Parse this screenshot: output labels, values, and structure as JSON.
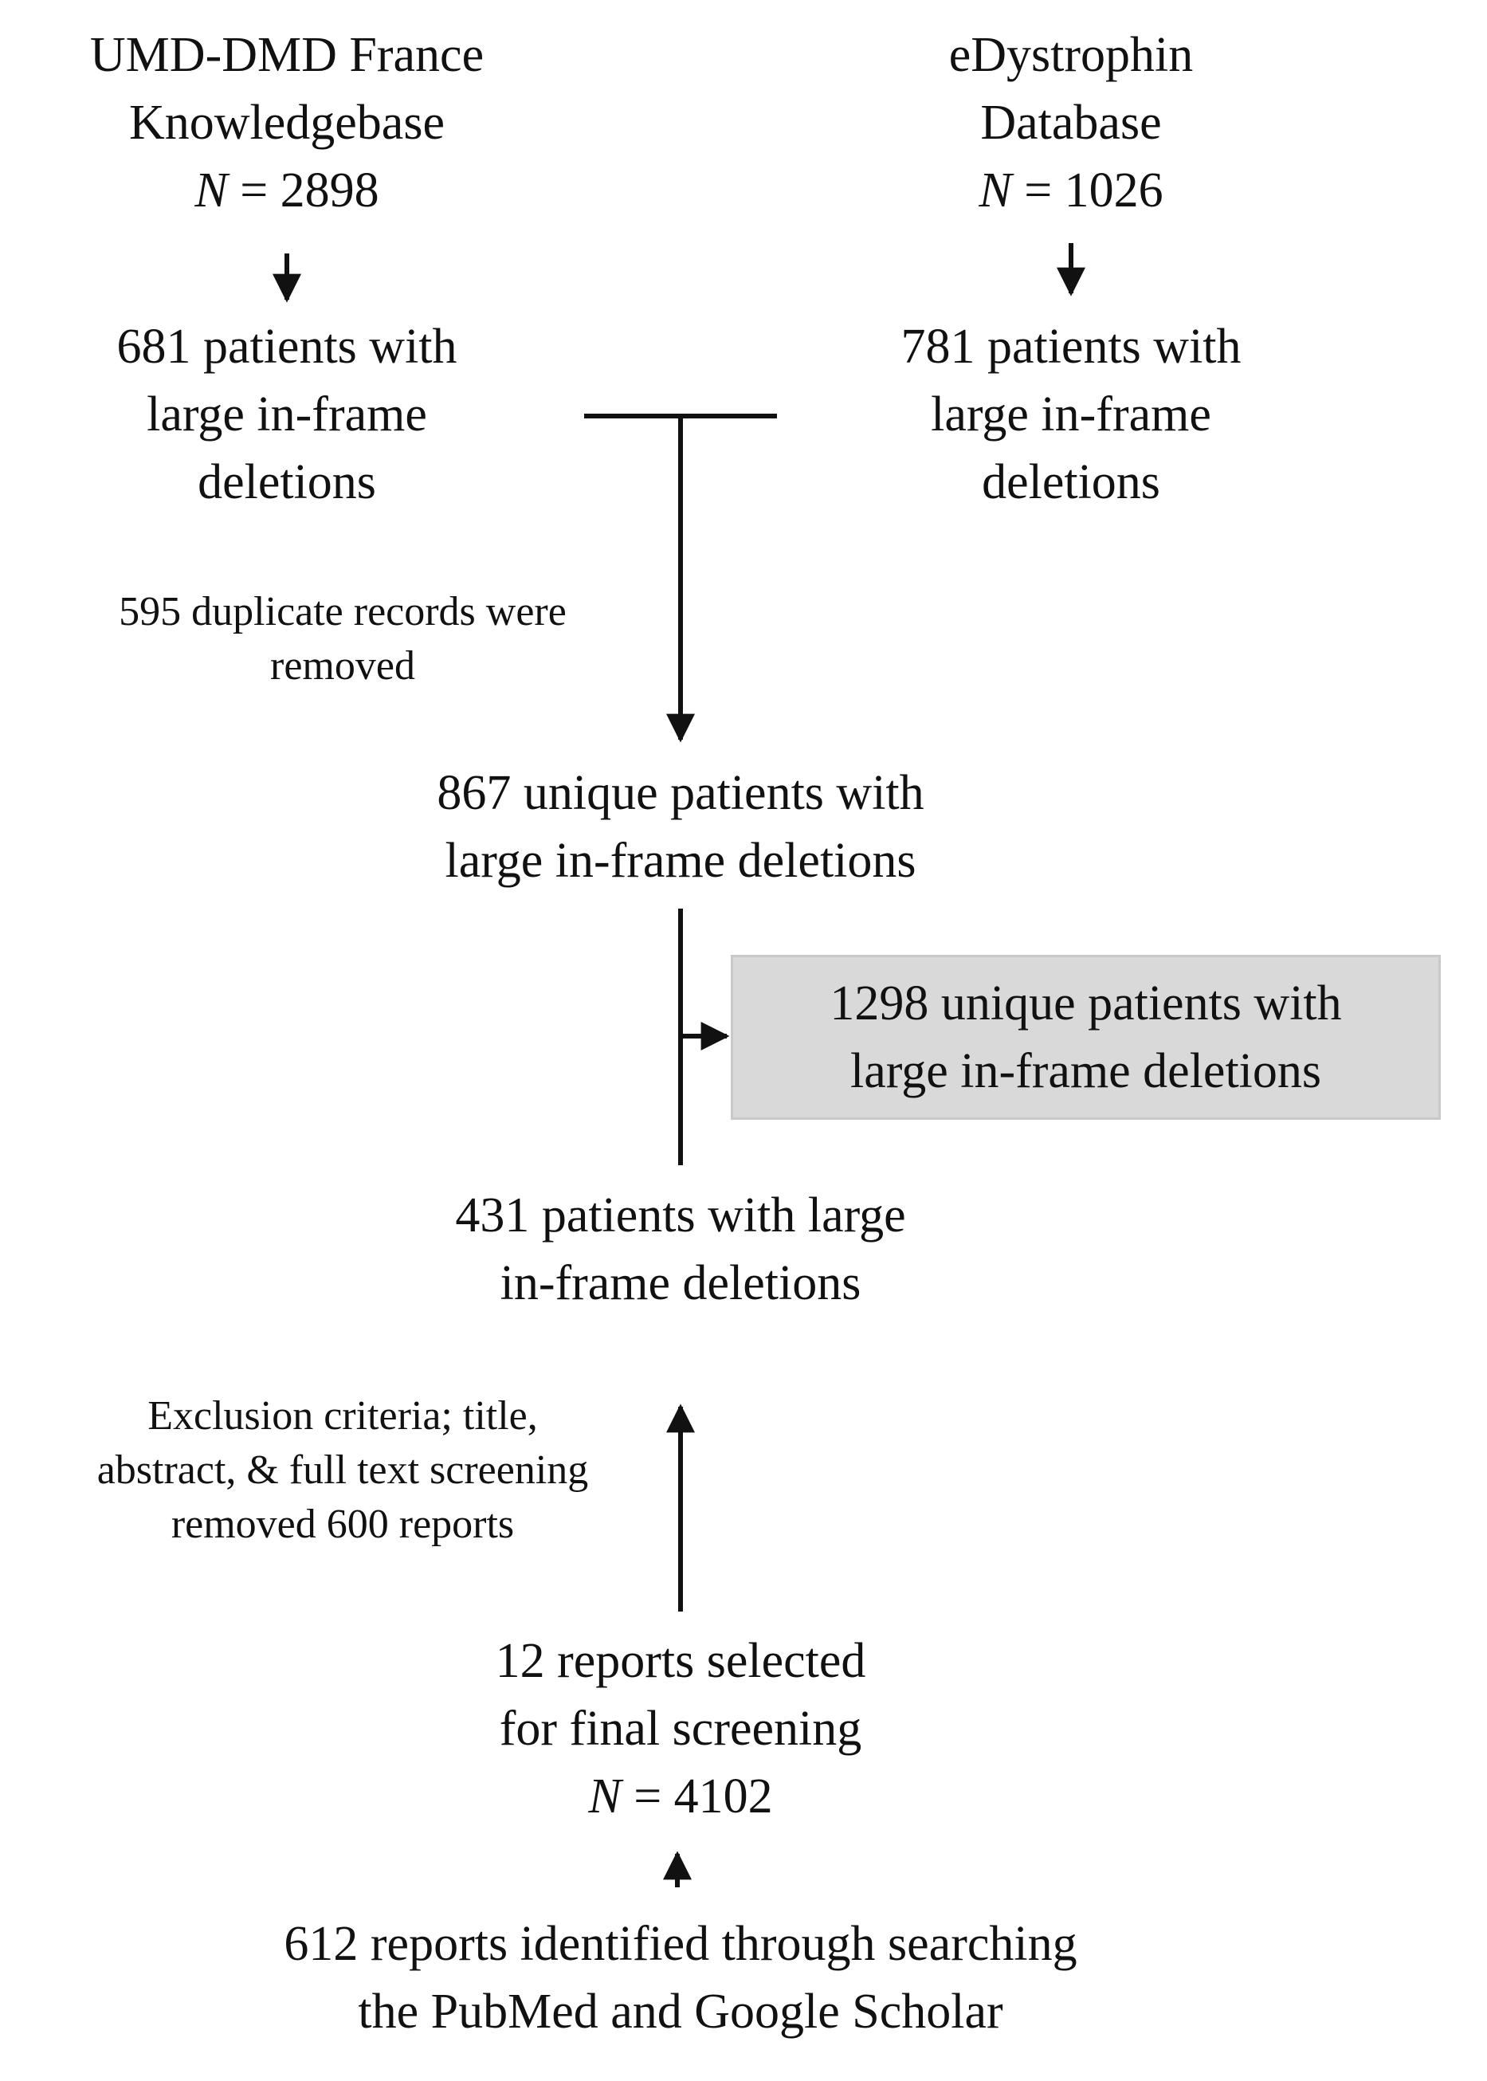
{
  "sources": {
    "umd": {
      "line1": "UMD-DMD France",
      "line2": "Knowledgebase",
      "n_label": "N",
      "n_value": "= 2898"
    },
    "edys": {
      "line1": "eDystrophin",
      "line2": "Database",
      "n_label": "N",
      "n_value": "= 1026"
    }
  },
  "umd_filtered": {
    "line1": "681 patients with",
    "line2": "large in-frame",
    "line3": "deletions"
  },
  "edys_filtered": {
    "line1": "781 patients with",
    "line2": "large in-frame",
    "line3": "deletions"
  },
  "duplicate_note": {
    "line1": "595 duplicate records were",
    "line2": "removed"
  },
  "merged": {
    "line1": "867 unique patients with",
    "line2": "large in-frame deletions"
  },
  "result": {
    "line1": "1298 unique patients with",
    "line2": "large in-frame deletions"
  },
  "literature_patients": {
    "line1": "431 patients with large",
    "line2": "in-frame deletions"
  },
  "exclusion_note": {
    "line1": "Exclusion criteria; title,",
    "line2": "abstract, & full text screening",
    "line3": "removed 600 reports"
  },
  "final_screening": {
    "line1": "12 reports selected",
    "line2": "for final screening",
    "n_label": "N",
    "n_value": "= 4102"
  },
  "search": {
    "line1": "612 reports identified through searching",
    "line2": "the PubMed and Google Scholar"
  },
  "colors": {
    "line": "#111111",
    "result_fill": "#d9d9d9"
  }
}
